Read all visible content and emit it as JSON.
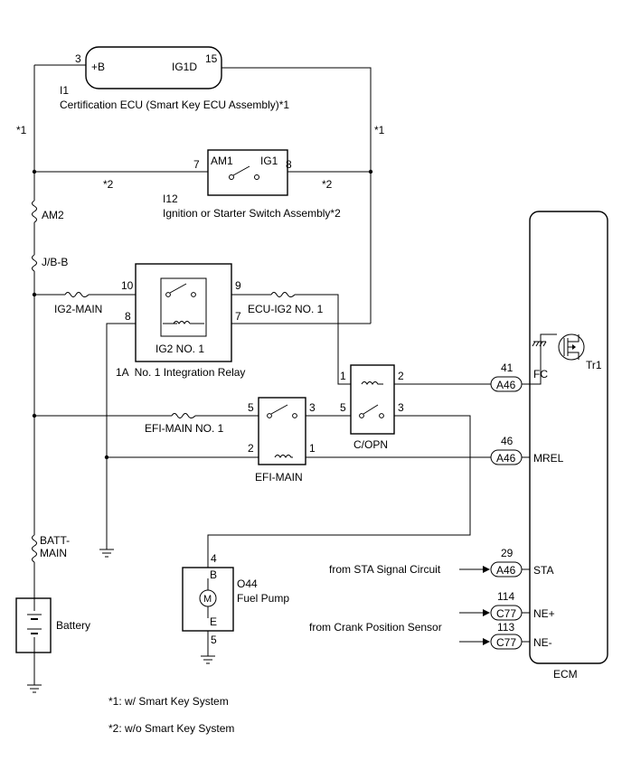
{
  "diagram": {
    "cert_ecu": {
      "pin_b": "+B",
      "pin_b_num": "3",
      "pin_ig": "IG1D",
      "pin_ig_num": "15",
      "code": "I1",
      "name": "Certification ECU (Smart Key ECU Assembly)*1"
    },
    "ign_switch": {
      "am1": "AM1",
      "ig1": "IG1",
      "pin_am1": "7",
      "pin_ig1": "8",
      "code": "I12",
      "name": "Ignition or Starter Switch Assembly*2"
    },
    "note_mark_1": "*1",
    "note_mark_2": "*2",
    "fuses": {
      "am2": "AM2",
      "jb": "J/B-B",
      "ig2_main": "IG2-MAIN",
      "ecu_ig2": "ECU-IG2 NO. 1",
      "efi_main_no1": "EFI-MAIN NO. 1",
      "batt_main": "BATT-\nMAIN"
    },
    "ig2_relay": {
      "name": "IG2 NO. 1",
      "pin10": "10",
      "pin9": "9",
      "pin8": "8",
      "pin7": "7",
      "caption": "1A  No. 1 Integration Relay"
    },
    "copn_relay": {
      "name": "C/OPN",
      "pin1": "1",
      "pin2": "2",
      "pin5": "5",
      "pin3": "3"
    },
    "efi_relay": {
      "name": "EFI-MAIN",
      "pin5": "5",
      "pin3": "3",
      "pin2": "2",
      "pin1": "1"
    },
    "fuel_pump": {
      "code": "O44",
      "name": "Fuel Pump",
      "pin_top": "4",
      "pin_bottom": "5",
      "term_b": "B",
      "term_e": "E",
      "motor": "M"
    },
    "battery": "Battery",
    "ecm": {
      "name": "ECM",
      "transistor": "Tr1",
      "terminals": [
        {
          "pin": "41",
          "conn": "A46",
          "sig": "FC"
        },
        {
          "pin": "46",
          "conn": "A46",
          "sig": "MREL"
        },
        {
          "pin": "29",
          "conn": "A46",
          "sig": "STA"
        },
        {
          "pin": "114",
          "conn": "C77",
          "sig": "NE+"
        },
        {
          "pin": "113",
          "conn": "C77",
          "sig": "NE-"
        }
      ]
    },
    "inputs": {
      "sta": "from STA Signal Circuit",
      "crank": "from Crank Position Sensor"
    },
    "notes": [
      "*1: w/ Smart Key System",
      "*2: w/o Smart Key System"
    ]
  }
}
